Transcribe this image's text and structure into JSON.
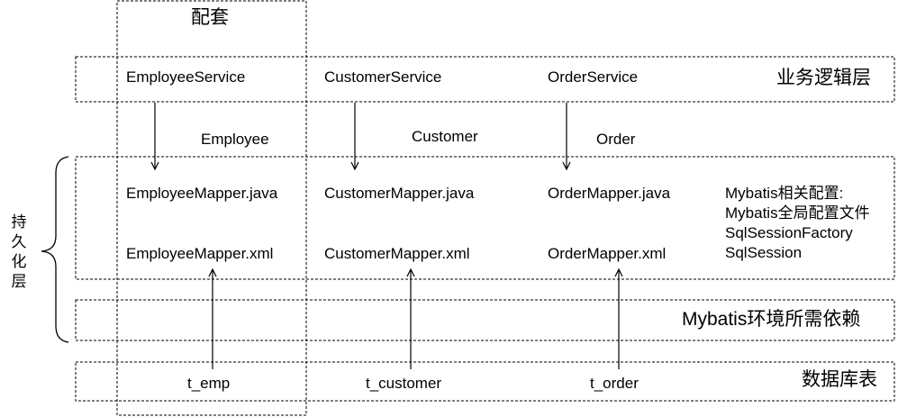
{
  "top_label": "配套",
  "layers": {
    "service": "业务逻辑层",
    "env": "Mybatis环境所需依赖",
    "db": "数据库表"
  },
  "persistence_label": "持久化层",
  "services": [
    "EmployeeService",
    "CustomerService",
    "OrderService"
  ],
  "entities": [
    "Employee",
    "Customer",
    "Order"
  ],
  "mapper_java": [
    "EmployeeMapper.java",
    "CustomerMapper.java",
    "OrderMapper.java"
  ],
  "mapper_xml": [
    "EmployeeMapper.xml",
    "CustomerMapper.xml",
    "OrderMapper.xml"
  ],
  "tables": [
    "t_emp",
    "t_customer",
    "t_order"
  ],
  "config_lines": [
    "Mybatis相关配置:",
    "Mybatis全局配置文件",
    "SqlSessionFactory",
    "SqlSession"
  ]
}
